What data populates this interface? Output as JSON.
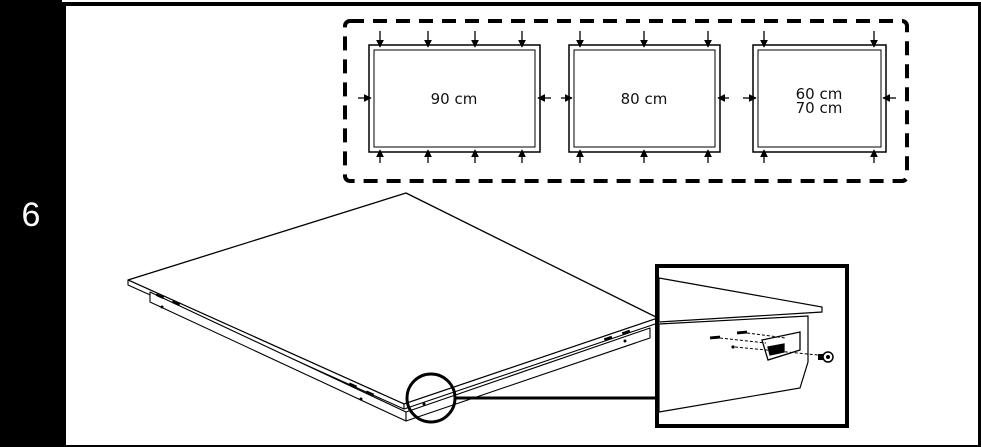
{
  "step": {
    "number": "6"
  },
  "cutouts": [
    {
      "label_lines": [
        "90 cm"
      ]
    },
    {
      "label_lines": [
        "80 cm"
      ]
    },
    {
      "label_lines": [
        "60 cm",
        "70 cm"
      ]
    }
  ],
  "colors": {
    "ink": "#000000",
    "paper": "#ffffff"
  }
}
